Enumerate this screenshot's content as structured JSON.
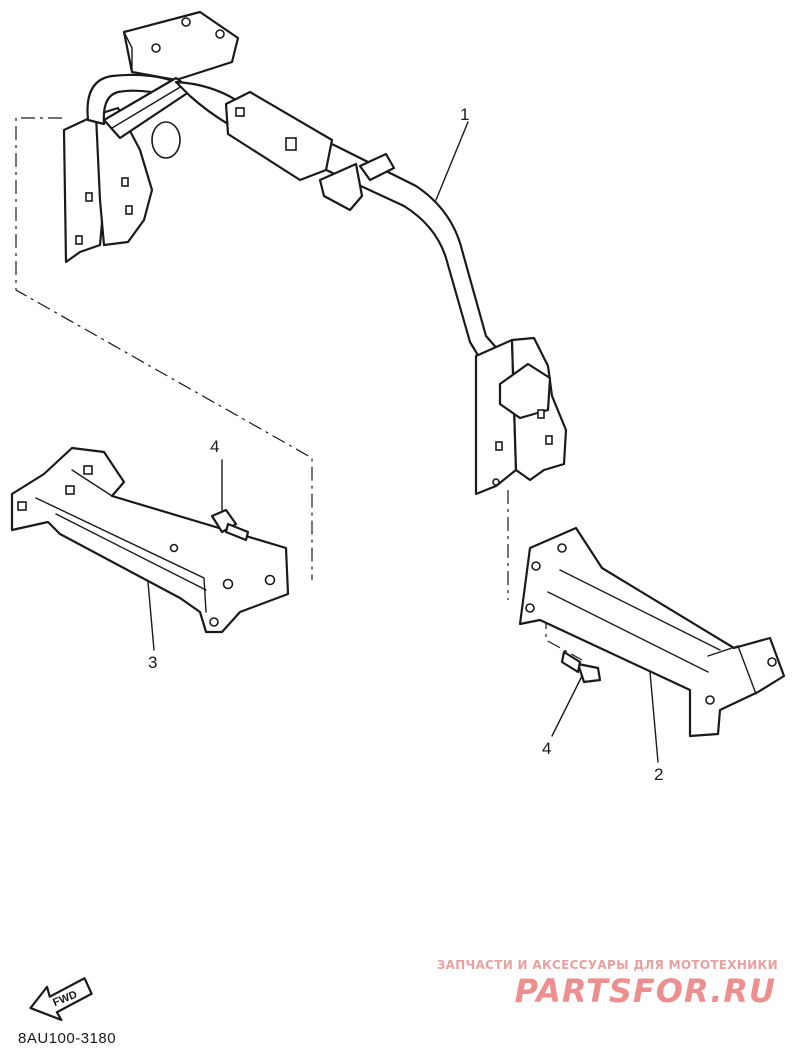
{
  "callouts": {
    "c1": "1",
    "c2": "2",
    "c3": "3",
    "c4a": "4",
    "c4b": "4"
  },
  "direction_arrow": {
    "label": "FWD"
  },
  "diagram_code": "8AU100-3180",
  "watermark": {
    "tagline": "ЗАПЧАСТИ И АКСЕССУАРЫ ДЛЯ МОТОТЕХНИКИ",
    "logo": "PARTSFOR.RU"
  },
  "colors": {
    "line": "#1a1a1a",
    "watermark": "#ee8f8f"
  }
}
